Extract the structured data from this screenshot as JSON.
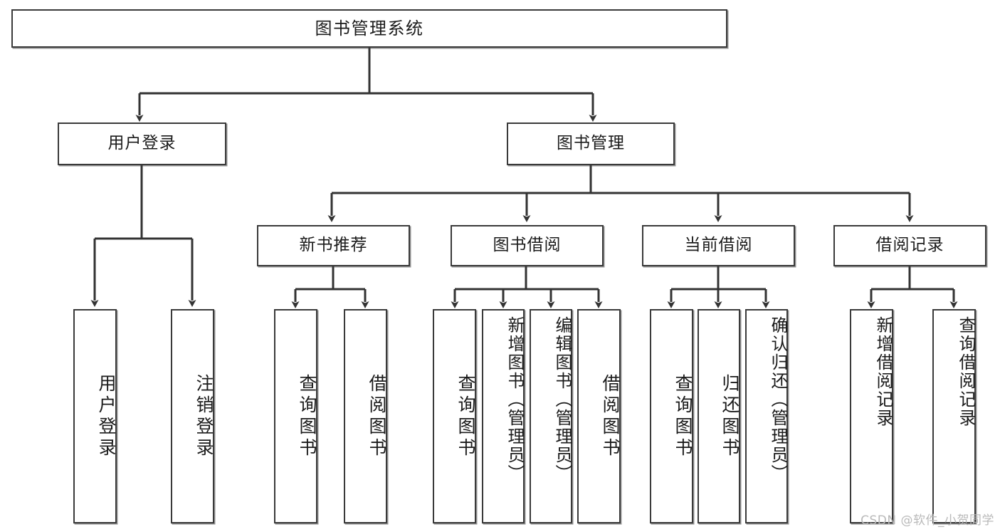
{
  "diagram": {
    "title": "图书管理系统",
    "type": "tree",
    "root": {
      "id": "root",
      "label": "图书管理系统"
    },
    "level2": [
      {
        "id": "user-login",
        "label": "用户登录"
      },
      {
        "id": "book-manage",
        "label": "图书管理"
      }
    ],
    "level3": [
      {
        "id": "new-book-rec",
        "label": "新书推荐",
        "parent": "book-manage"
      },
      {
        "id": "book-borrow",
        "label": "图书借阅",
        "parent": "book-manage"
      },
      {
        "id": "current-borrow",
        "label": "当前借阅",
        "parent": "book-manage"
      },
      {
        "id": "borrow-record",
        "label": "借阅记录",
        "parent": "book-manage"
      }
    ],
    "leaves": [
      {
        "id": "leaf-user-login",
        "label": "用户登录",
        "parent": "user-login"
      },
      {
        "id": "leaf-user-logout",
        "label": "注销登录",
        "parent": "user-login"
      },
      {
        "id": "leaf-query-book-1",
        "label": "查询图书",
        "parent": "new-book-rec"
      },
      {
        "id": "leaf-borrow-book-1",
        "label": "借阅图书",
        "parent": "new-book-rec"
      },
      {
        "id": "leaf-query-book-2",
        "label": "查询图书",
        "parent": "book-borrow"
      },
      {
        "id": "leaf-add-book",
        "label": "新增图书（管理员）",
        "parent": "book-borrow"
      },
      {
        "id": "leaf-edit-book",
        "label": "编辑图书（管理员）",
        "parent": "book-borrow"
      },
      {
        "id": "leaf-borrow-book-2",
        "label": "借阅图书",
        "parent": "book-borrow"
      },
      {
        "id": "leaf-query-book-3",
        "label": "查询图书",
        "parent": "current-borrow"
      },
      {
        "id": "leaf-return-book",
        "label": "归还图书",
        "parent": "current-borrow"
      },
      {
        "id": "leaf-confirm-return",
        "label": "确认归还（管理员）",
        "parent": "current-borrow"
      },
      {
        "id": "leaf-add-record",
        "label": "新增借阅记录",
        "parent": "borrow-record"
      },
      {
        "id": "leaf-query-record",
        "label": "查询借阅记录",
        "parent": "borrow-record"
      }
    ],
    "colors": {
      "border": "#3a3a3a",
      "background": "#ffffff",
      "text": "#1b1b1b",
      "connector": "#333333",
      "watermark": "#b9b9b9"
    }
  },
  "watermark": {
    "text": "CSDN @软件_小贺同学"
  }
}
